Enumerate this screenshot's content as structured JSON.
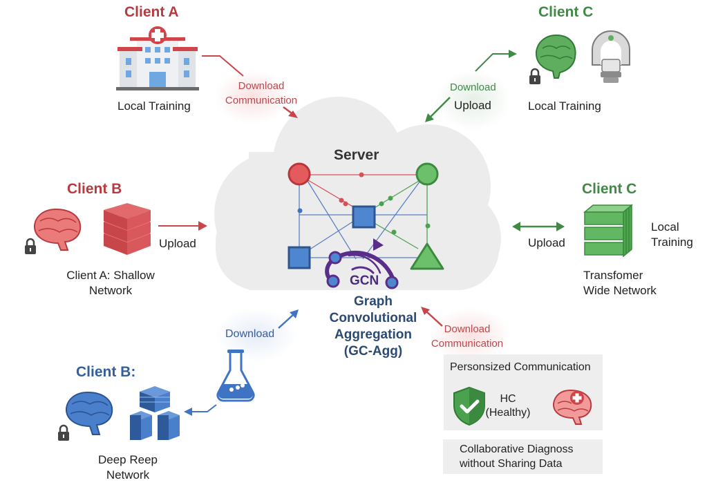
{
  "colors": {
    "red": "#d84a4f",
    "green": "#4aa24f",
    "blue": "#3f74c4",
    "purple": "#5b2d8a",
    "navy": "#2b4a73",
    "cloud": "#ececec"
  },
  "server": {
    "title": "Server",
    "gcn_label": "GCN",
    "aggregation_lines": [
      "Graph",
      "Convolutional",
      "Aggregation",
      "(GC-Agg)"
    ],
    "icons": [
      "red-node-circle-icon",
      "green-node-circle-icon",
      "blue-node-square-icon",
      "blue-node-square-icon",
      "green-node-triangle-icon",
      "gcn-cycle-icon"
    ]
  },
  "client_a_top": {
    "title": "Client A",
    "caption": "Local Training",
    "icon": "hospital-icon",
    "link_lines": [
      "Download",
      "Communication"
    ]
  },
  "client_c_top": {
    "title": "Client C",
    "caption": "Local Training",
    "icons": [
      "brain-icon",
      "lock-icon",
      "mri-scanner-icon"
    ],
    "link_lines": [
      "Download",
      "Upload"
    ]
  },
  "client_b_left": {
    "title": "Client B",
    "caption_lines": [
      "Client A: Shallow",
      "Network"
    ],
    "icons": [
      "brain-icon",
      "lock-icon",
      "server-stack-icon"
    ],
    "link_label": "Upload"
  },
  "client_c_right": {
    "title": "Client C",
    "side_lines": [
      "Local",
      "Training"
    ],
    "caption_lines": [
      "Transfomer",
      "Wide Network"
    ],
    "icon": "transformer-block-icon",
    "link_label": "Upload"
  },
  "client_b_bottom": {
    "title": "Client B:",
    "caption_lines": [
      "Deep Reep",
      "Network"
    ],
    "icons": [
      "brain-icon",
      "lock-icon",
      "server-cluster-icon",
      "flask-icon"
    ],
    "link_label": "Download"
  },
  "bottom_right_link": {
    "lines": [
      "Download",
      "Communication"
    ]
  },
  "personalized_box": {
    "title": "Personsized Communication",
    "status_lines": [
      "HC",
      "(Healthy)"
    ],
    "icons": [
      "shield-check-icon",
      "brain-medical-icon"
    ]
  },
  "collab_box": {
    "lines": [
      "Collaborative Diagnoss",
      "without Sharing Data"
    ]
  }
}
